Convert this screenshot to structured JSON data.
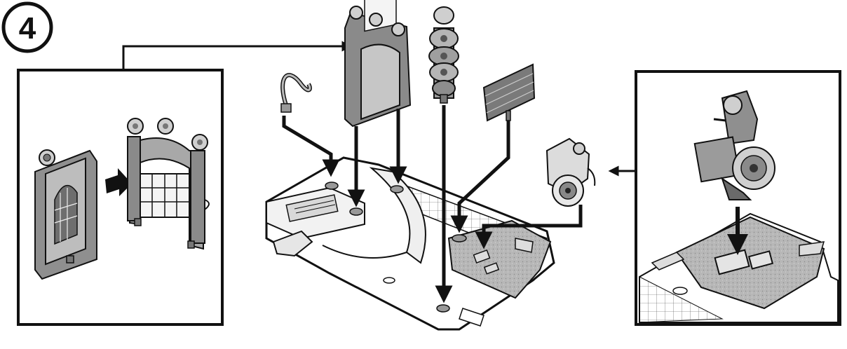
{
  "step": {
    "number": "4"
  },
  "colors": {
    "ink": "#111111",
    "part_gray": "#9a9a9a",
    "part_light": "#cfcfcf",
    "part_dark": "#5e5e5e",
    "paper": "#ffffff"
  },
  "components": {
    "left_callout": "door-into-gate-inset",
    "right_callout": "figure-into-base-slot-inset",
    "parts": [
      "hose",
      "gate-frame",
      "stacked-disc-column",
      "plank-sign",
      "wheel-figure"
    ]
  }
}
